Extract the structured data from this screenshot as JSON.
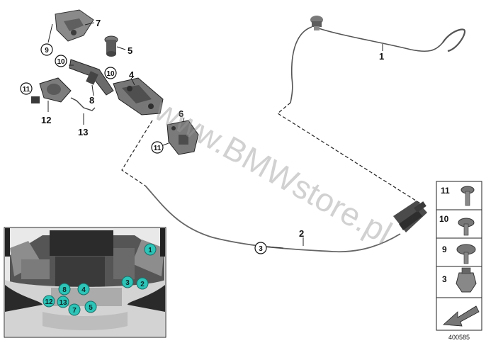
{
  "callouts": {
    "c1": "1",
    "c2": "2",
    "c3": "3",
    "c4": "4",
    "c5": "5",
    "c6": "6",
    "c7": "7",
    "c8": "8",
    "c9": "9",
    "c10a": "10",
    "c10b": "10",
    "c11a": "11",
    "c11b": "11",
    "c12": "12",
    "c13": "13"
  },
  "inset_markers": {
    "m1": "1",
    "m2": "2",
    "m3": "3",
    "m4": "4",
    "m5": "5",
    "m7": "7",
    "m8": "8",
    "m12": "12",
    "m13": "13"
  },
  "parts_panel": {
    "p11": "11",
    "p10": "10",
    "p9": "9",
    "p3": "3"
  },
  "watermark": "www.BMWstore.pl",
  "figure_number": "400585",
  "colors": {
    "marker_fill": "#2ec4b8",
    "line": "#222222",
    "part_gray": "#6f6f6f"
  }
}
